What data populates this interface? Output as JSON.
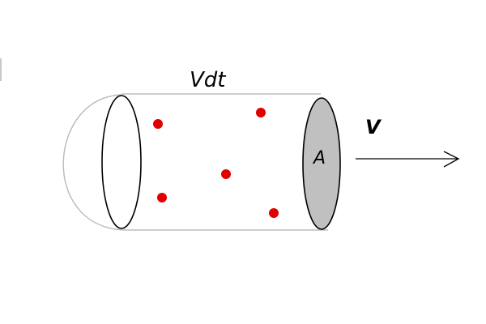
{
  "labels": {
    "length": "Vdt",
    "area": "A",
    "velocity": "V"
  },
  "colors": {
    "outline": "#bdbdbd",
    "end_cap_fill": "#c0c0c0",
    "end_cap_stroke": "#000000",
    "particle": "#e00000",
    "arrow": "#000000"
  },
  "particle_count": 5
}
